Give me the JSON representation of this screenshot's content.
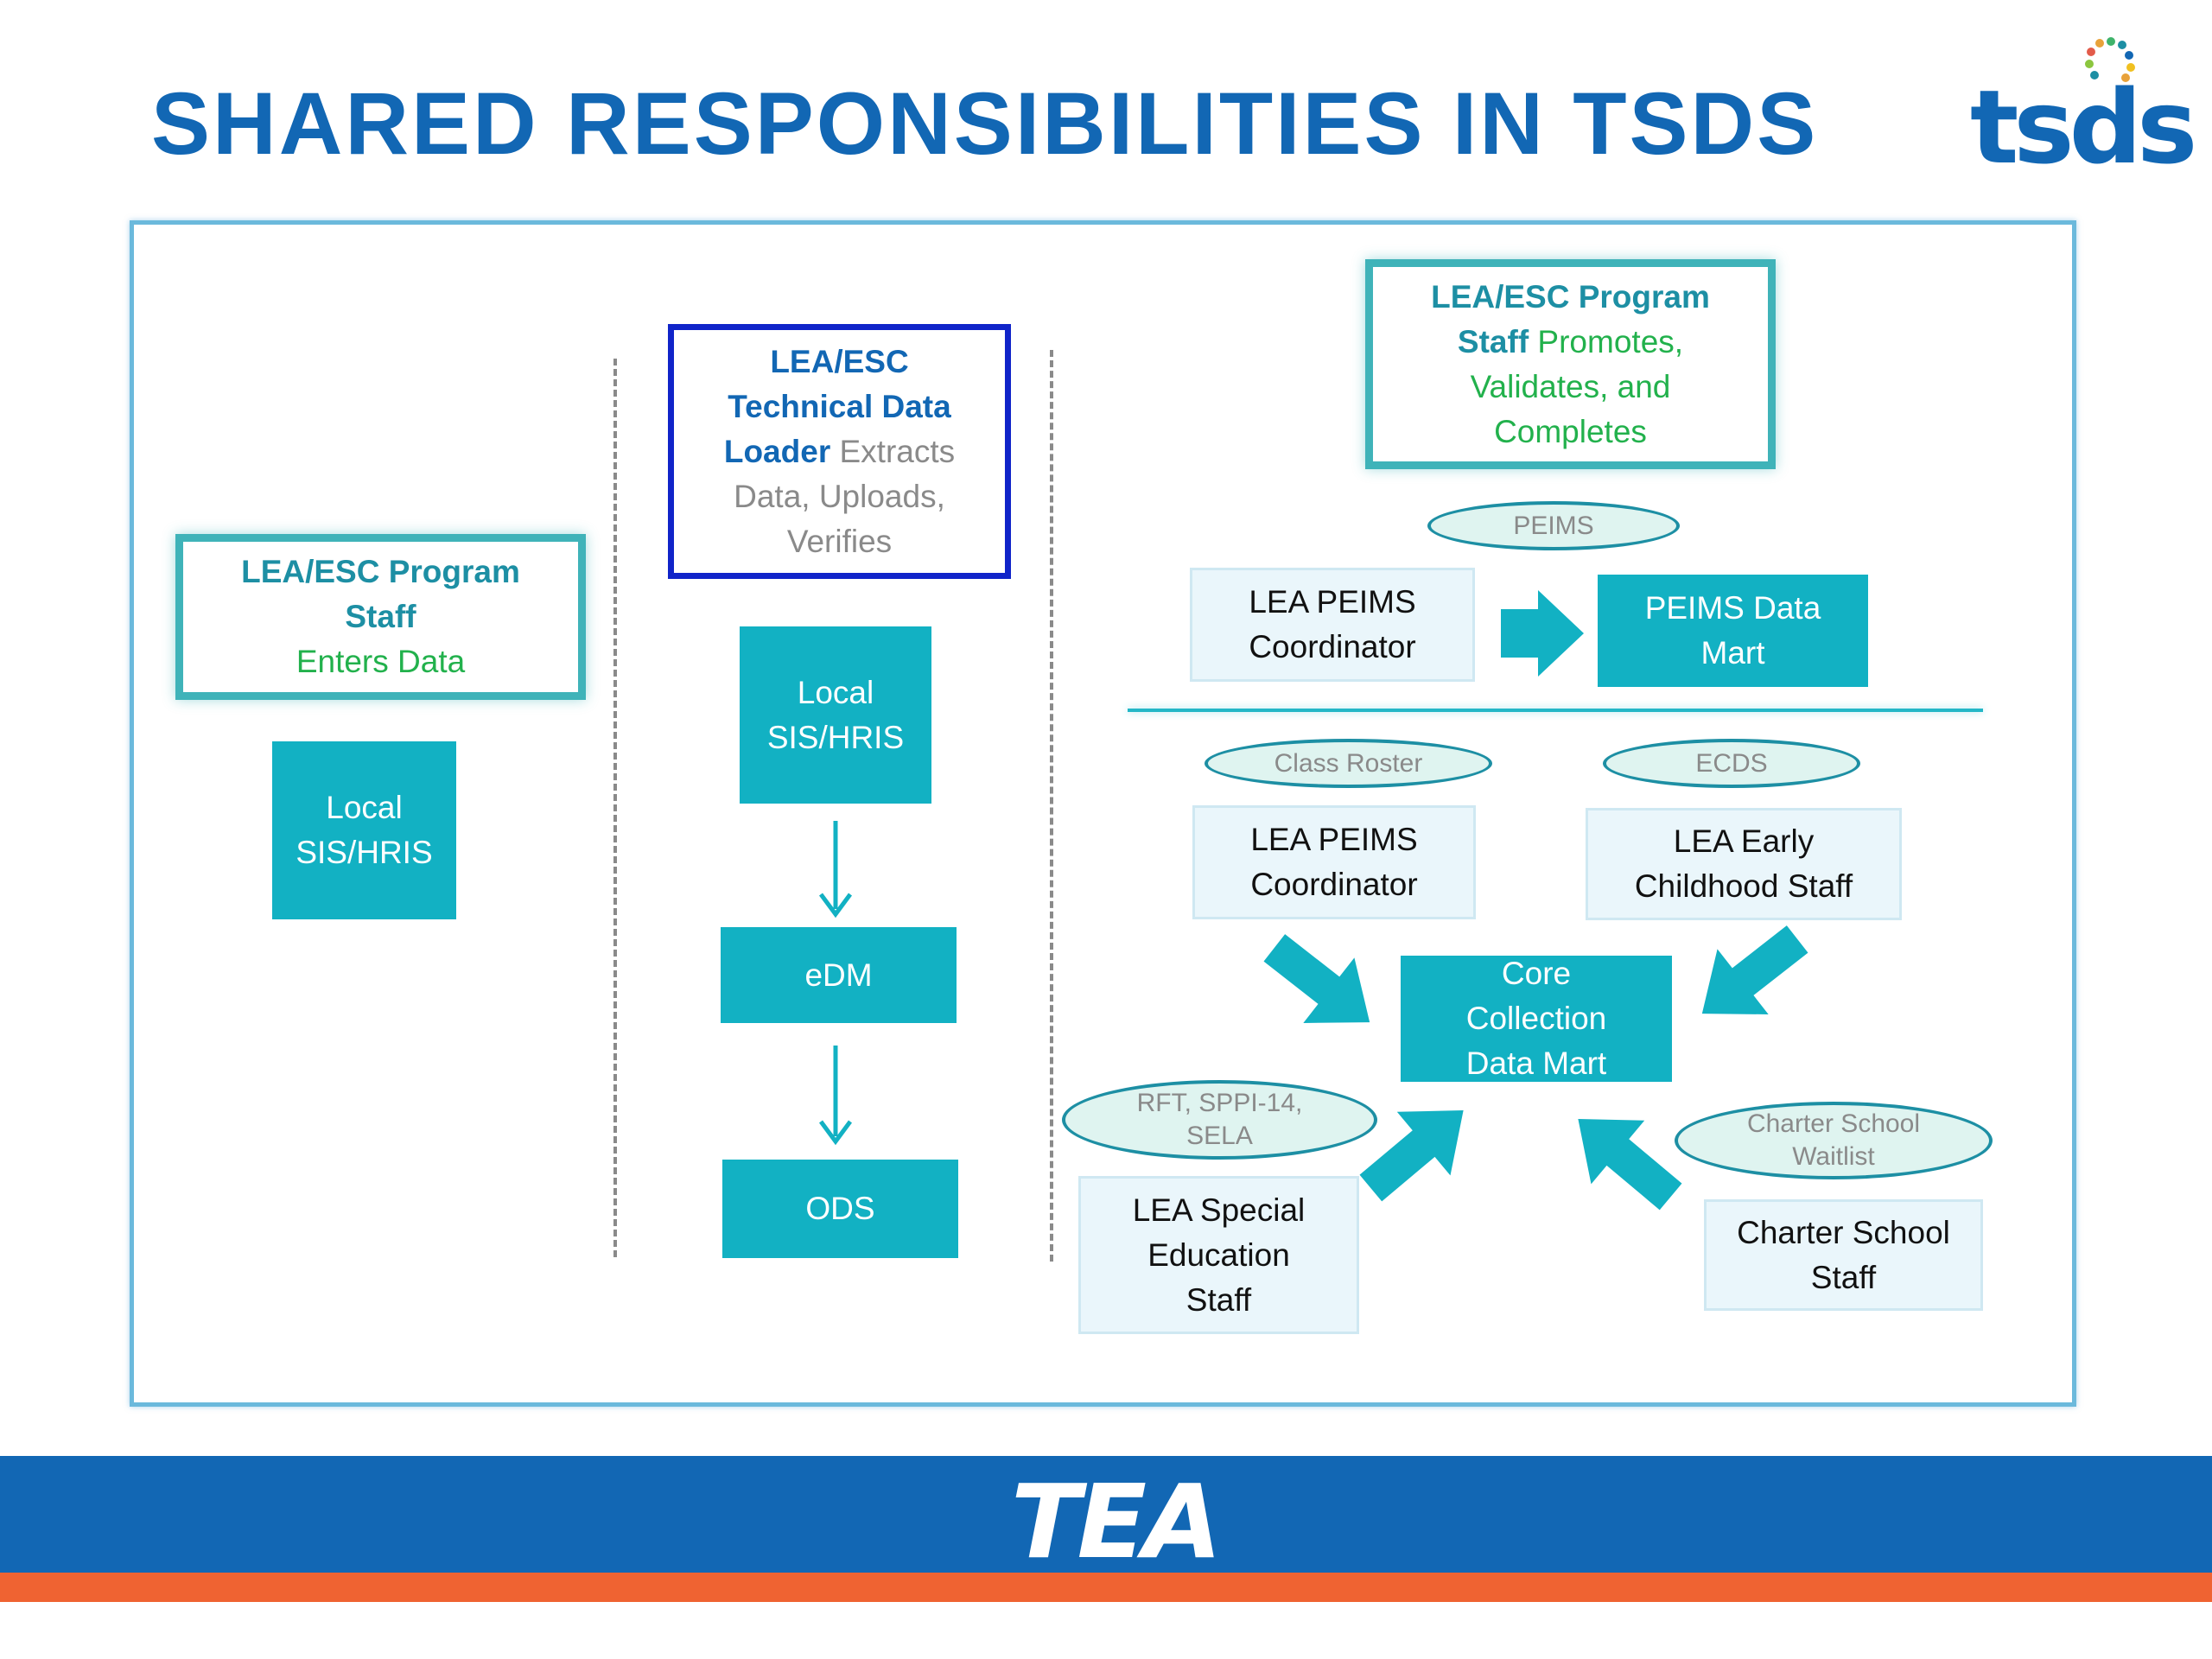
{
  "title": "SHARED RESPONSIBILITIES IN TSDS",
  "logo_text": "tsds",
  "footer_logo": "TEA",
  "colors": {
    "title_blue": "#1267b4",
    "teal_box": "#12b1c3",
    "footer_orange": "#ef6332"
  },
  "col1": {
    "header_l1": "LEA/ESC Program",
    "header_l2": "Staff",
    "header_l3": "Enters Data",
    "box_l1": "Local",
    "box_l2": "SIS/HRIS"
  },
  "col2": {
    "header_l1": "LEA/ESC",
    "header_l2": "Technical Data",
    "header_l3a": "Loader",
    "header_l3b": " Extracts",
    "header_l4": "Data, Uploads,",
    "header_l5": "Verifies",
    "box1_l1": "Local",
    "box1_l2": "SIS/HRIS",
    "box2": "eDM",
    "box3": "ODS"
  },
  "col3": {
    "header_l1": "LEA/ESC Program",
    "header_l2a": "Staff",
    "header_l2b": " Promotes,",
    "header_l3": "Validates, and",
    "header_l4": "Completes",
    "pill_peims": "PEIMS",
    "peims_coord_l1": "LEA PEIMS",
    "peims_coord_l2": "Coordinator",
    "peims_mart_l1": "PEIMS Data",
    "peims_mart_l2": "Mart",
    "pill_roster": "Class Roster",
    "pill_ecds": "ECDS",
    "roster_coord_l1": "LEA PEIMS",
    "roster_coord_l2": "Coordinator",
    "early_l1": "LEA Early",
    "early_l2": "Childhood Staff",
    "core_l1": "Core",
    "core_l2": "Collection",
    "core_l3": "Data Mart",
    "pill_rft_l1": "RFT, SPPI-14,",
    "pill_rft_l2": "SELA",
    "pill_charter_l1": "Charter School",
    "pill_charter_l2": "Waitlist",
    "sped_l1": "LEA Special",
    "sped_l2": "Education",
    "sped_l3": "Staff",
    "charter_l1": "Charter School",
    "charter_l2": "Staff"
  }
}
